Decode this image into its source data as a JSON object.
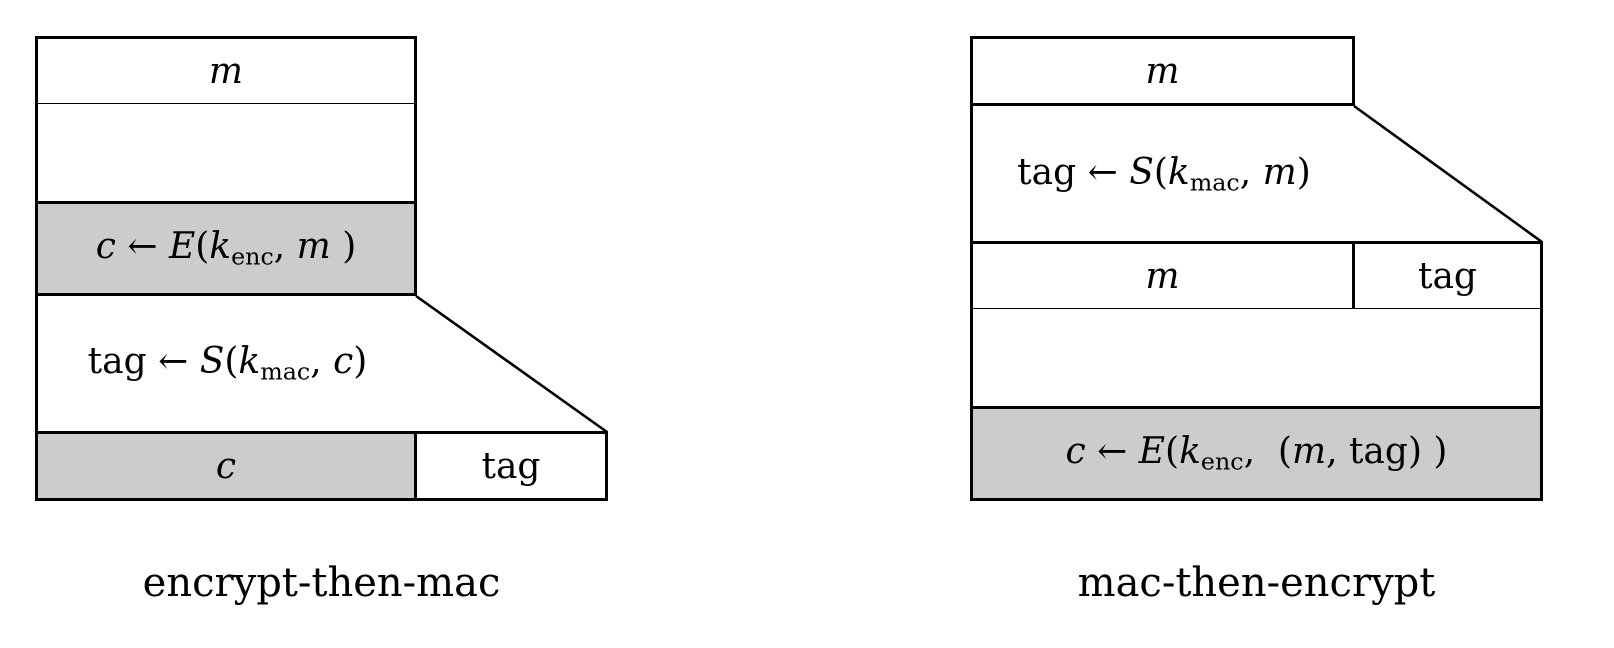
{
  "colors": {
    "fill_gray": "#cccccc",
    "stroke": "#000000",
    "background": "#ffffff"
  },
  "left_diagram": {
    "caption": "encrypt-then-mac",
    "message_box_label": "m",
    "ciphertext_box_label": "c",
    "tag_box_label": "tag",
    "encrypt_formula": [
      {
        "t": "c",
        "s": "i"
      },
      {
        "t": " ← ",
        "s": "r"
      },
      {
        "t": "E",
        "s": "i"
      },
      {
        "t": "(",
        "s": "r"
      },
      {
        "t": "k",
        "s": "i"
      },
      {
        "t": "enc",
        "s": "sub"
      },
      {
        "t": ", ",
        "s": "r"
      },
      {
        "t": "m",
        "s": "i"
      },
      {
        "t": " )",
        "s": "r"
      }
    ],
    "mac_formula": [
      {
        "t": "tag ← ",
        "s": "r"
      },
      {
        "t": "S",
        "s": "i"
      },
      {
        "t": "(",
        "s": "r"
      },
      {
        "t": "k",
        "s": "i"
      },
      {
        "t": "mac",
        "s": "sub"
      },
      {
        "t": ", ",
        "s": "r"
      },
      {
        "t": "c",
        "s": "i"
      },
      {
        "t": ")",
        "s": "r"
      }
    ]
  },
  "right_diagram": {
    "caption": "mac-then-encrypt",
    "message_box_label": "m",
    "message_row_label": "m",
    "tag_box_label": "tag",
    "mac_formula": [
      {
        "t": "tag ← ",
        "s": "r"
      },
      {
        "t": "S",
        "s": "i"
      },
      {
        "t": "(",
        "s": "r"
      },
      {
        "t": "k",
        "s": "i"
      },
      {
        "t": "mac",
        "s": "sub"
      },
      {
        "t": ", ",
        "s": "r"
      },
      {
        "t": "m",
        "s": "i"
      },
      {
        "t": ")",
        "s": "r"
      }
    ],
    "encrypt_formula": [
      {
        "t": "c",
        "s": "i"
      },
      {
        "t": " ← ",
        "s": "r"
      },
      {
        "t": "E",
        "s": "i"
      },
      {
        "t": "(",
        "s": "r"
      },
      {
        "t": "k",
        "s": "i"
      },
      {
        "t": "enc",
        "s": "sub"
      },
      {
        "t": ",  (",
        "s": "r"
      },
      {
        "t": "m",
        "s": "i"
      },
      {
        "t": ", tag) )",
        "s": "r"
      }
    ]
  }
}
